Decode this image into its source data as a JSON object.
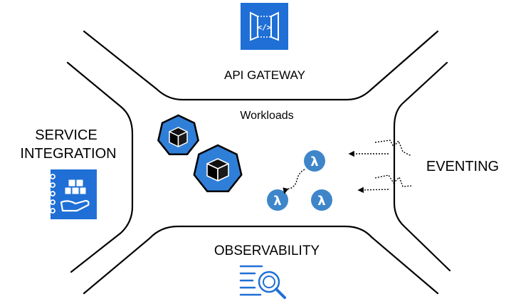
{
  "labels": {
    "api_gateway": "API GATEWAY",
    "workloads": "Workloads",
    "service_integration_line1": "SERVICE",
    "service_integration_line2": "INTEGRATION",
    "eventing": "EVENTING",
    "observability": "OBSERVABILITY"
  },
  "icons": {
    "api_gateway": "api-gateway-icon",
    "service_integration": "service-integration-icon",
    "workload": "cube-hexagon-icon",
    "function": "lambda-icon",
    "observability": "search-list-icon"
  },
  "function_symbol": "λ",
  "api_gateway_code": "</>",
  "colors": {
    "icon_blue": "#1f6fd6",
    "hex_blue": "#2f7fd8",
    "lambda_blue": "#3e86c9",
    "outline": "#000000"
  }
}
